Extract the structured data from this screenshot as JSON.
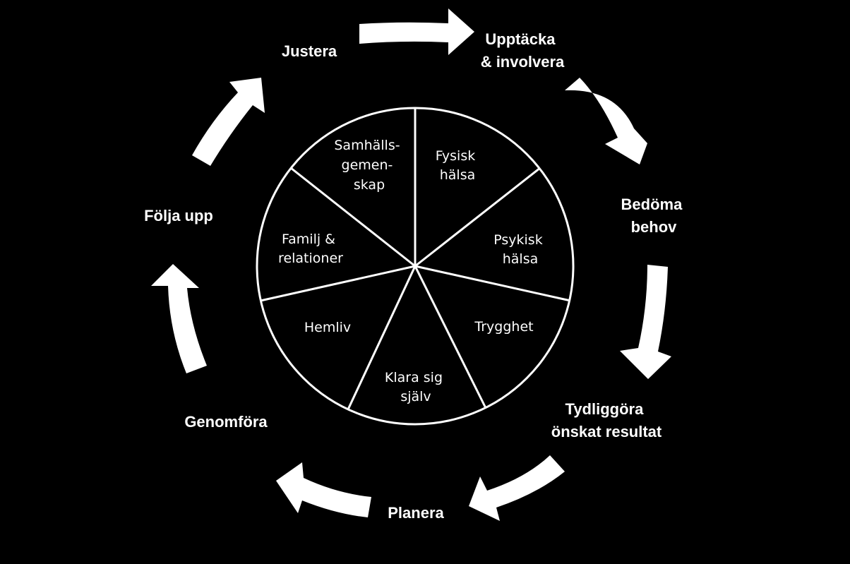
{
  "stages": [
    {
      "id": "upptacka",
      "lines": [
        "Upptäcka",
        "& involvera"
      ]
    },
    {
      "id": "bedoma",
      "lines": [
        "Bedöma",
        "behov"
      ]
    },
    {
      "id": "tydliggora",
      "lines": [
        "Tydliggöra",
        "önskat resultat"
      ]
    },
    {
      "id": "planera",
      "lines": [
        "Planera"
      ]
    },
    {
      "id": "genomfora",
      "lines": [
        "Genomföra"
      ]
    },
    {
      "id": "folja-upp",
      "lines": [
        "Följa upp"
      ]
    },
    {
      "id": "justera",
      "lines": [
        "Justera"
      ]
    }
  ],
  "sectors": [
    {
      "id": "fysisk-halsa",
      "lines": [
        "Fysisk",
        "hälsa"
      ]
    },
    {
      "id": "psykisk-halsa",
      "lines": [
        "Psykisk",
        "hälsa"
      ]
    },
    {
      "id": "trygghet",
      "lines": [
        "Trygghet"
      ]
    },
    {
      "id": "klara-sig-sjalv",
      "lines": [
        "Klara sig",
        "själv"
      ]
    },
    {
      "id": "hemliv",
      "lines": [
        "Hemliv"
      ]
    },
    {
      "id": "familj-relationer",
      "lines": [
        "Familj &",
        "relationer"
      ]
    },
    {
      "id": "samhallsgemenskap",
      "lines": [
        "Samhälls-",
        "gemen-",
        "skap"
      ]
    }
  ],
  "colors": {
    "background": "#000000",
    "foreground": "#ffffff"
  }
}
